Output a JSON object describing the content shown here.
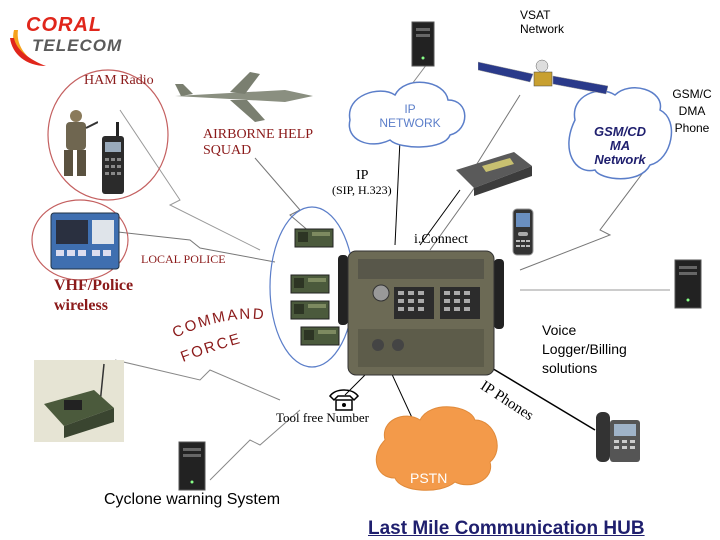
{
  "logo": {
    "line1": "CORAL",
    "line2": "TELECOM"
  },
  "labels": {
    "vsat": "VSAT\nNetwork",
    "ham_radio": "HAM Radio",
    "airborne": "AIRBORNE HELP\nSQUAD",
    "ip_network": "IP\nNETWORK",
    "gsm_cdma_network": "GSM/CD\nMA\nNetwork",
    "gsm_cdma_phone": "GSM/C\nDMA\nPhone",
    "ip": "IP",
    "sip": "(SIP, H.323)",
    "iconnect": "i.Connect",
    "local_police": "LOCAL POLICE",
    "vhf_police": "VHF/Police\nwireless",
    "commando_force_1": "COMMANDO",
    "commando_force_2": "FORCE",
    "voice_logger": "Voice\nLogger/Billing\nsolutions",
    "ip_phones": "IP Phones",
    "toll_free": "Tool free Number",
    "pstn": "PSTN",
    "cyclone": "Cyclone warning System",
    "hub_title": "Last Mile Communication HUB"
  },
  "colors": {
    "logo_red": "#e0261b",
    "logo_orange": "#f6a21d",
    "logo_dark": "#5b5b5b",
    "cloud_blue": "#5b7ec9",
    "cloud_orange": "#f39a4a",
    "dark_red": "#8b1a1a",
    "hub_navy": "#1f1f6e",
    "device_olive": "#6c6a55"
  },
  "icons": [
    "server-icon",
    "satellite-icon",
    "jet-icon",
    "soldier-icon",
    "walkie-talkie-icon",
    "modem-icon",
    "mobile-phone-icon",
    "radio-console-icon",
    "radio-unit-icon",
    "hub-device-icon",
    "telephone-icon",
    "ip-phone-icon",
    "field-radio-icon"
  ]
}
